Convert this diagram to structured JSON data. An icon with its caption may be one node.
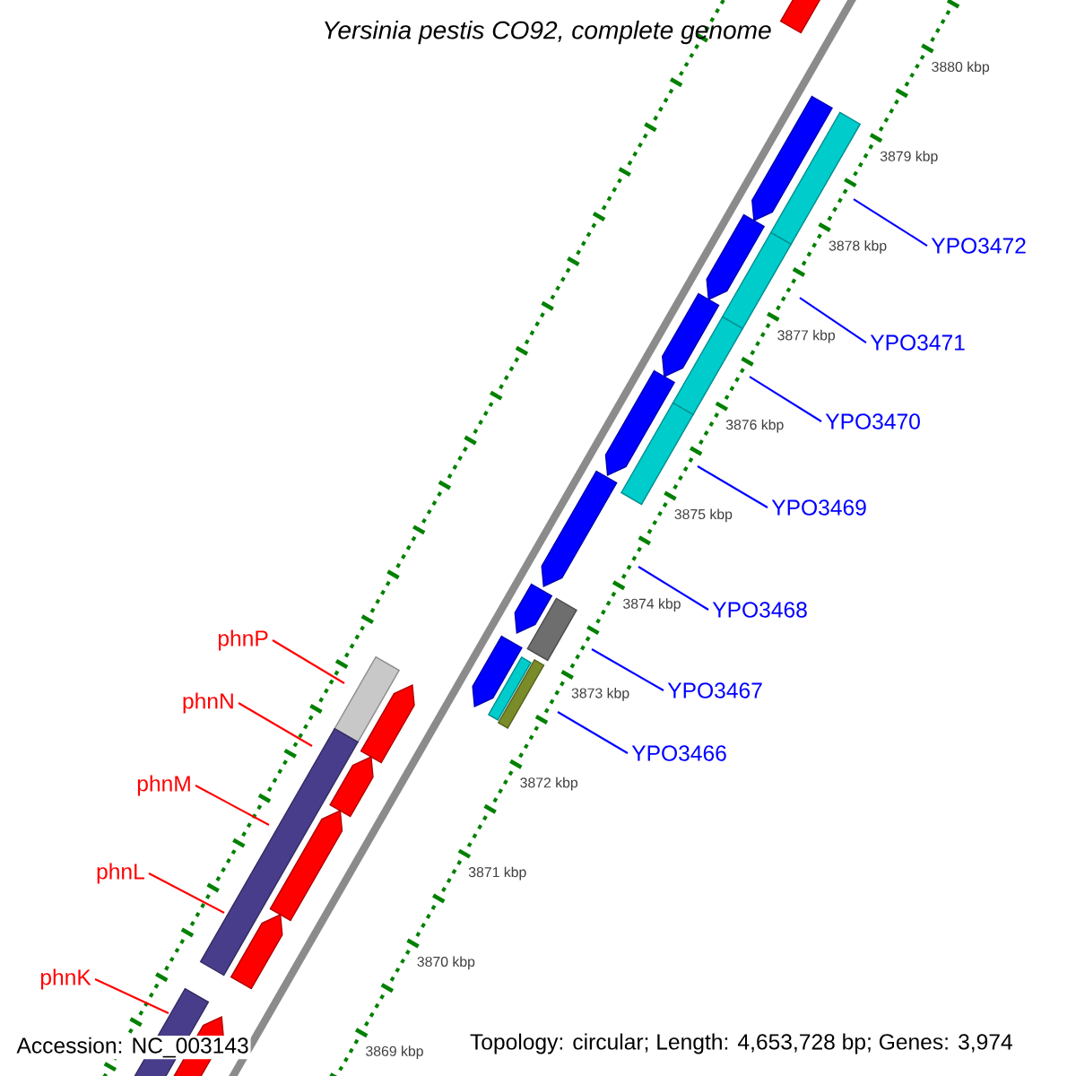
{
  "diagram": {
    "title": "Yersinia pestis CO92, complete genome",
    "nodes": [
      {
        "text": [
          "YPO3472"
        ]
      },
      {
        "text": [
          "YPO3471"
        ]
      },
      {
        "text": [
          "YPO3470"
        ]
      },
      {
        "text": [
          "YPO3469"
        ]
      },
      {
        "text": [
          "YPO3468"
        ]
      },
      {
        "text": [
          "phnP"
        ]
      },
      {
        "text": [
          "YPO3467"
        ]
      },
      {
        "text": [
          "phnN"
        ]
      },
      {
        "text": [
          "YPO3466"
        ]
      },
      {
        "text": [
          "phnM"
        ]
      },
      {
        "text": [
          "phnL"
        ]
      },
      {
        "text": [
          "phnK"
        ]
      }
    ],
    "edges": [
      {
        "from": 0,
        "to": null,
        "arrow": "none"
      },
      {
        "from": 1,
        "to": null,
        "arrow": "none"
      },
      {
        "from": 2,
        "to": null,
        "arrow": "none"
      },
      {
        "from": 3,
        "to": null,
        "arrow": "none"
      },
      {
        "from": 4,
        "to": null,
        "arrow": "none"
      },
      {
        "from": 5,
        "to": null,
        "arrow": "none",
        "color": "#ff0000"
      },
      {
        "from": 6,
        "to": null,
        "arrow": "none"
      },
      {
        "from": 7,
        "to": null,
        "arrow": "none",
        "color": "#ff0000"
      },
      {
        "from": 8,
        "to": null,
        "arrow": "none"
      },
      {
        "from": 9,
        "to": null,
        "arrow": "none",
        "color": "#ff0000"
      },
      {
        "from": 10,
        "to": null,
        "arrow": "none",
        "color": "#ff0000"
      },
      {
        "from": 11,
        "to": null,
        "arrow": "none",
        "color": "#ff0000"
      }
    ],
    "labels": [
      "3880 kbp",
      "3879 kbp",
      "3878 kbp",
      "3877 kbp",
      "3876 kbp",
      "3875 kbp",
      "3874 kbp",
      "3873 kbp",
      "3872 kbp",
      "3871 kbp",
      "3870 kbp",
      "3869 kbp",
      "Accession: NC_003143",
      "Topology: circular; Length: 4,653,728 bp; Genes: 3,974"
    ]
  }
}
